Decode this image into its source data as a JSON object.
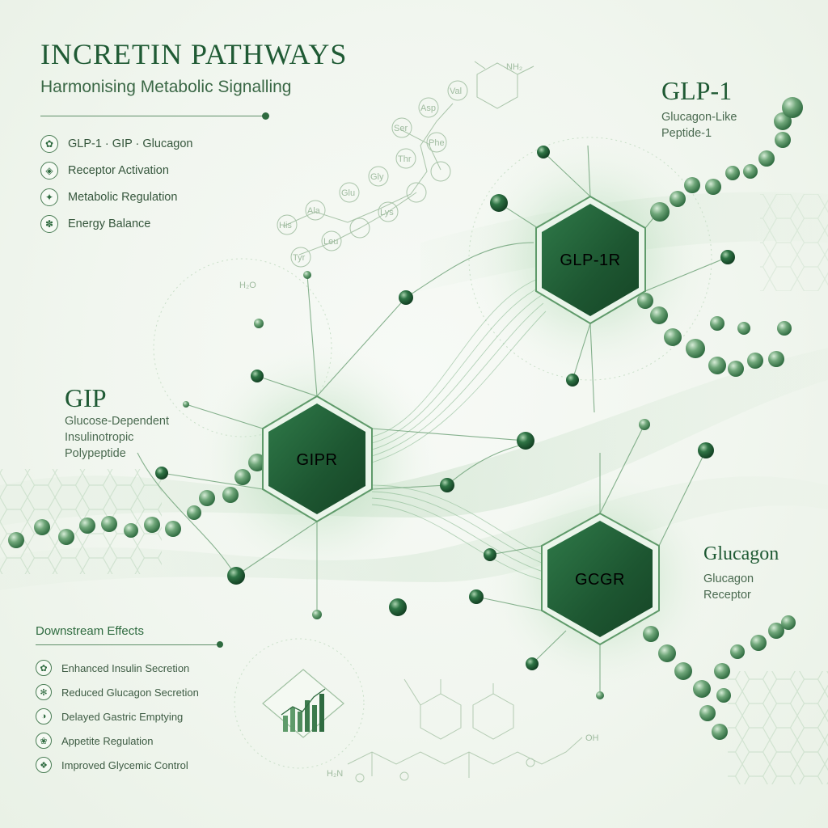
{
  "header": {
    "title": "INCRETIN PATHWAYS",
    "subtitle": "Harmonising Metabolic Signalling"
  },
  "features": [
    {
      "label": "GLP-1 · GIP · Glucagon",
      "icon": "molecule-icon"
    },
    {
      "label": "Receptor Activation",
      "icon": "receptor-icon"
    },
    {
      "label": "Metabolic Regulation",
      "icon": "metabolism-icon"
    },
    {
      "label": "Energy Balance",
      "icon": "energy-icon"
    }
  ],
  "glp1": {
    "name": "GLP-1",
    "desc_line1": "Glucagon-Like",
    "desc_line2": "Peptide-1",
    "receptor": "GLP-1R"
  },
  "gip": {
    "name": "GIP",
    "desc_line1": "Glucose-Dependent",
    "desc_line2": "Insulinotropic",
    "desc_line3": "Polypeptide",
    "receptor": "GIPR"
  },
  "glucagon": {
    "name": "Glucagon",
    "desc_line1": "Glucagon",
    "desc_line2": "Receptor",
    "receptor": "GCGR"
  },
  "effects": {
    "title": "Downstream Effects",
    "items": [
      {
        "label": "Enhanced Insulin Secretion",
        "icon": "insulin-icon"
      },
      {
        "label": "Reduced Glucagon Secretion",
        "icon": "glucagon-icon"
      },
      {
        "label": "Delayed Gastric Emptying",
        "icon": "stomach-icon"
      },
      {
        "label": "Appetite Regulation",
        "icon": "appetite-icon"
      },
      {
        "label": "Improved Glycemic Control",
        "icon": "glycemic-icon"
      }
    ]
  },
  "chem_labels": {
    "nh2_top": "NH₂",
    "h2n_bottom": "H₂N",
    "oh_bottom": "OH",
    "h2o": "H₂O",
    "residues": [
      "His",
      "Ala",
      "Glu",
      "Gly",
      "Thr",
      "Phe",
      "Ser",
      "Asp",
      "Val",
      "Tyr",
      "Leu",
      "Lys"
    ]
  },
  "colors": {
    "hex_dark": "#1d5631",
    "hex_mid": "#2e6f43",
    "bead": "#4f8c5d",
    "accent": "#1f5a34"
  }
}
